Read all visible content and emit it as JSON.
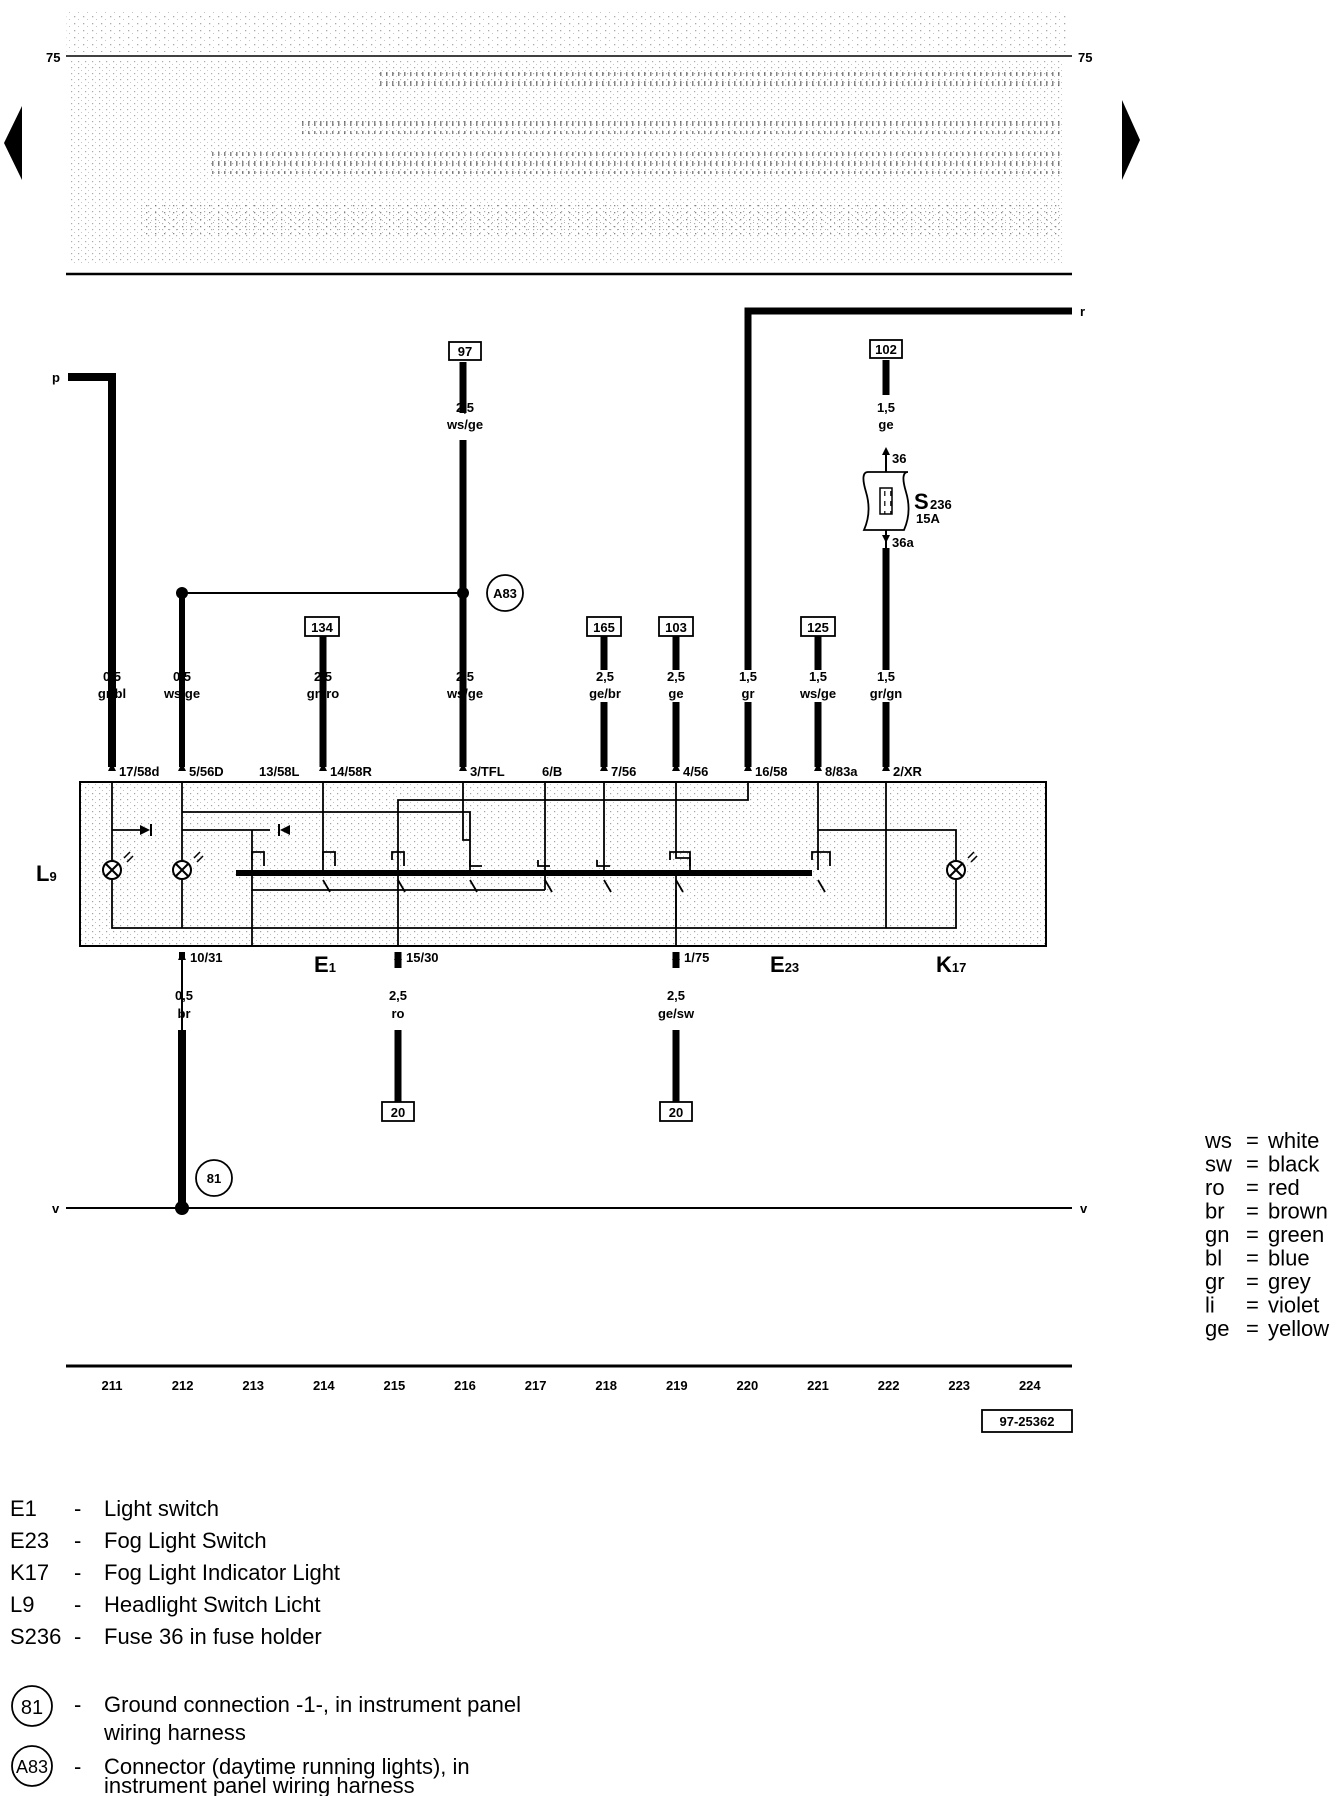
{
  "page_number": "75",
  "diagram_code": "97-25362",
  "top_rail_labels": {
    "p": "p",
    "r": "r",
    "v": "v"
  },
  "grid_numbers": [
    "211",
    "212",
    "213",
    "214",
    "215",
    "216",
    "217",
    "218",
    "219",
    "220",
    "221",
    "222",
    "223",
    "224"
  ],
  "components": {
    "L9": {
      "letter": "L",
      "sub": "9"
    },
    "E1": {
      "letter": "E",
      "sub": "1"
    },
    "E23": {
      "letter": "E",
      "sub": "23"
    },
    "K17": {
      "letter": "K",
      "sub": "17"
    },
    "S236": {
      "letter": "S",
      "sub": "236",
      "rating": "15A",
      "pin_in": "36",
      "pin_out": "36a"
    }
  },
  "refs": {
    "r97": "97",
    "r102": "102",
    "r134": "134",
    "r165": "165",
    "r103": "103",
    "r125": "125",
    "r20a": "20",
    "r20b": "20"
  },
  "circles": {
    "A83": "A83",
    "g81": "81"
  },
  "wires": {
    "w211": {
      "size": "0,5",
      "color": "gr/bl"
    },
    "w212": {
      "size": "0,5",
      "color": "ws/ge"
    },
    "w214": {
      "size": "2,5",
      "color": "gn/ro"
    },
    "w216top": {
      "size": "2,5",
      "color": "ws/ge"
    },
    "w216": {
      "size": "2,5",
      "color": "ws/ge"
    },
    "w218": {
      "size": "2,5",
      "color": "ge/br"
    },
    "w219": {
      "size": "2,5",
      "color": "ge"
    },
    "w220": {
      "size": "1,5",
      "color": "gr"
    },
    "w221": {
      "size": "1,5",
      "color": "ws/ge"
    },
    "w222top": {
      "size": "1,5",
      "color": "ge"
    },
    "w222": {
      "size": "1,5",
      "color": "gr/gn"
    },
    "w212b": {
      "size": "0,5",
      "color": "br"
    },
    "w215b": {
      "size": "2,5",
      "color": "ro"
    },
    "w219b": {
      "size": "2,5",
      "color": "ge/sw"
    }
  },
  "pins_top": {
    "p1": "17/58d",
    "p2": "5/56D",
    "p3": "13/58L",
    "p4": "14/58R",
    "p5": "3/TFL",
    "p6": "6/B",
    "p7": "7/56",
    "p8": "4/56",
    "p9": "16/58",
    "p10": "8/83a",
    "p11": "2/XR"
  },
  "pins_bottom": {
    "p1": "10/31",
    "p2": "15/30",
    "p3": "1/75"
  },
  "color_legend": [
    {
      "code": "ws",
      "eq": "=",
      "name": "white"
    },
    {
      "code": "sw",
      "eq": "=",
      "name": "black"
    },
    {
      "code": "ro",
      "eq": "=",
      "name": "red"
    },
    {
      "code": "br",
      "eq": "=",
      "name": "brown"
    },
    {
      "code": "gn",
      "eq": "=",
      "name": "green"
    },
    {
      "code": "bl",
      "eq": "=",
      "name": "blue"
    },
    {
      "code": "gr",
      "eq": "=",
      "name": "grey"
    },
    {
      "code": "li",
      "eq": "=",
      "name": "violet"
    },
    {
      "code": "ge",
      "eq": "=",
      "name": "yellow"
    }
  ],
  "legend": [
    {
      "code": "E1",
      "dash": "-",
      "desc": "Light switch"
    },
    {
      "code": "E23",
      "dash": "-",
      "desc": "Fog Light Switch"
    },
    {
      "code": "K17",
      "dash": "-",
      "desc": "Fog Light Indicator Light"
    },
    {
      "code": "L9",
      "dash": "-",
      "desc": "Headlight Switch Licht"
    },
    {
      "code": "S236",
      "dash": "-",
      "desc": "Fuse 36 in fuse holder"
    }
  ],
  "symbol_legend": [
    {
      "symbol": "81",
      "dash": "-",
      "line1": "Ground connection -1-, in instrument panel",
      "line2": "wiring harness"
    },
    {
      "symbol": "A83",
      "dash": "-",
      "line1": "Connector (daytime running lights), in",
      "line2": "instrument panel wiring harness"
    }
  ]
}
